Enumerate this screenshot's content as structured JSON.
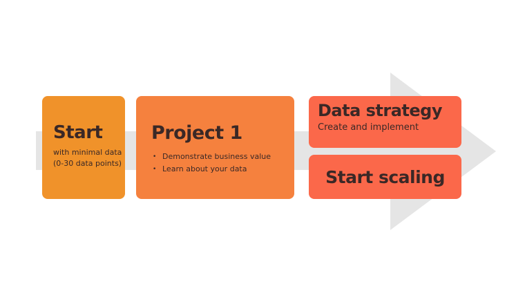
{
  "colors": {
    "arrow": "#e5e5e5",
    "start_box": "#f0922a",
    "project_box": "#f5813e",
    "strategy_box": "#fb684a",
    "scaling_box": "#fb684a",
    "text": "#3a2826"
  },
  "start": {
    "title": "Start",
    "subtitle_line1": "with minimal data",
    "subtitle_line2": "(0-30 data points)"
  },
  "project": {
    "title": "Project 1",
    "bullets": [
      "Demonstrate business value",
      "Learn about your data"
    ]
  },
  "strategy": {
    "title": "Data strategy",
    "subtitle": "Create and implement"
  },
  "scaling": {
    "title": "Start scaling"
  }
}
